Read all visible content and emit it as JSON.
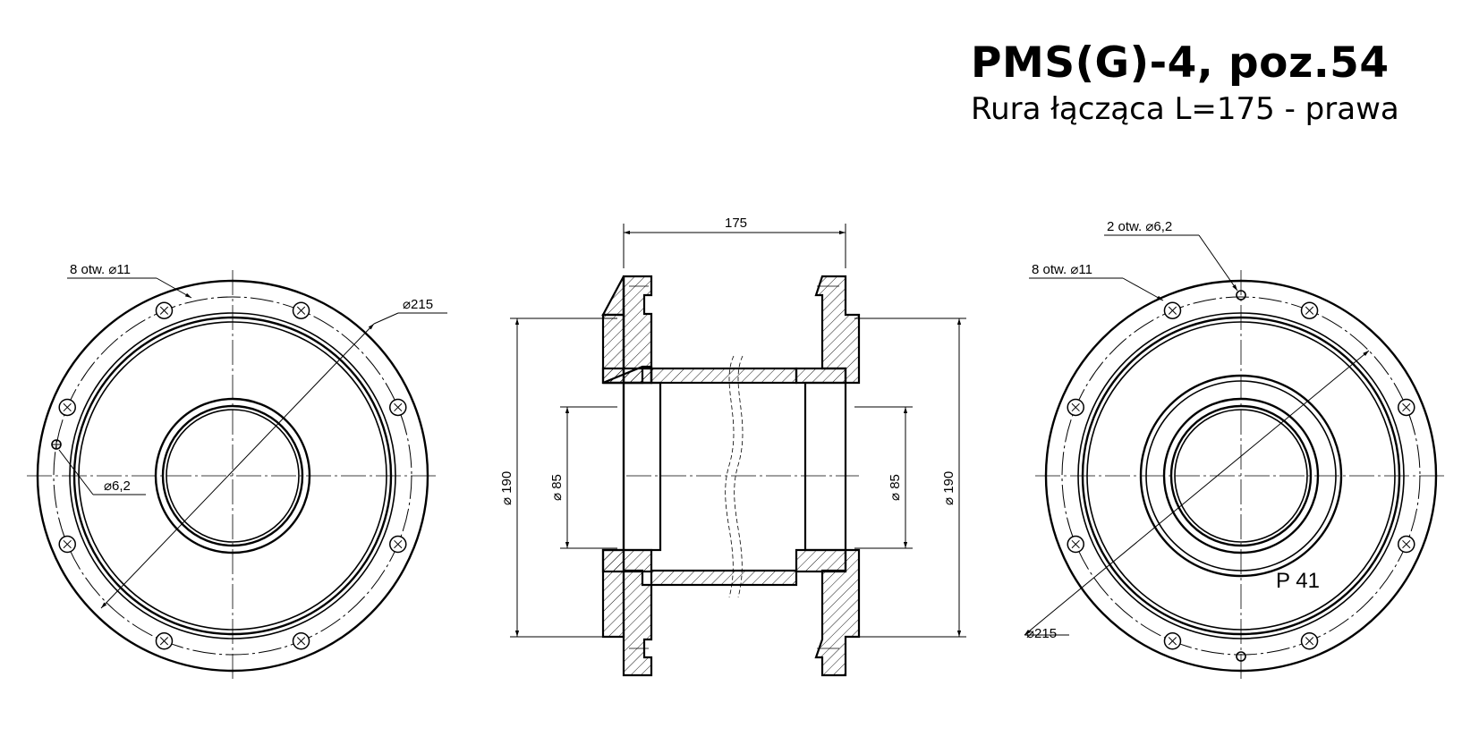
{
  "title": {
    "main": "PMS(G)-4, poz.54",
    "sub": "Rura łącząca L=175 - prawa"
  },
  "labels": {
    "left_holes": "8 otw. ⌀11",
    "left_dia_outer": "⌀215",
    "left_small_hole": "⌀6,2",
    "length": "175",
    "dia_190_left": "⌀ 190",
    "dia_85_left": "⌀ 85",
    "dia_85_right": "⌀ 85",
    "dia_190_right": "⌀ 190",
    "right_two_holes": "2 otw. ⌀6,2",
    "right_holes": "8 otw. ⌀11",
    "right_dia_outer": "⌀215",
    "part_mark": "P 41"
  }
}
